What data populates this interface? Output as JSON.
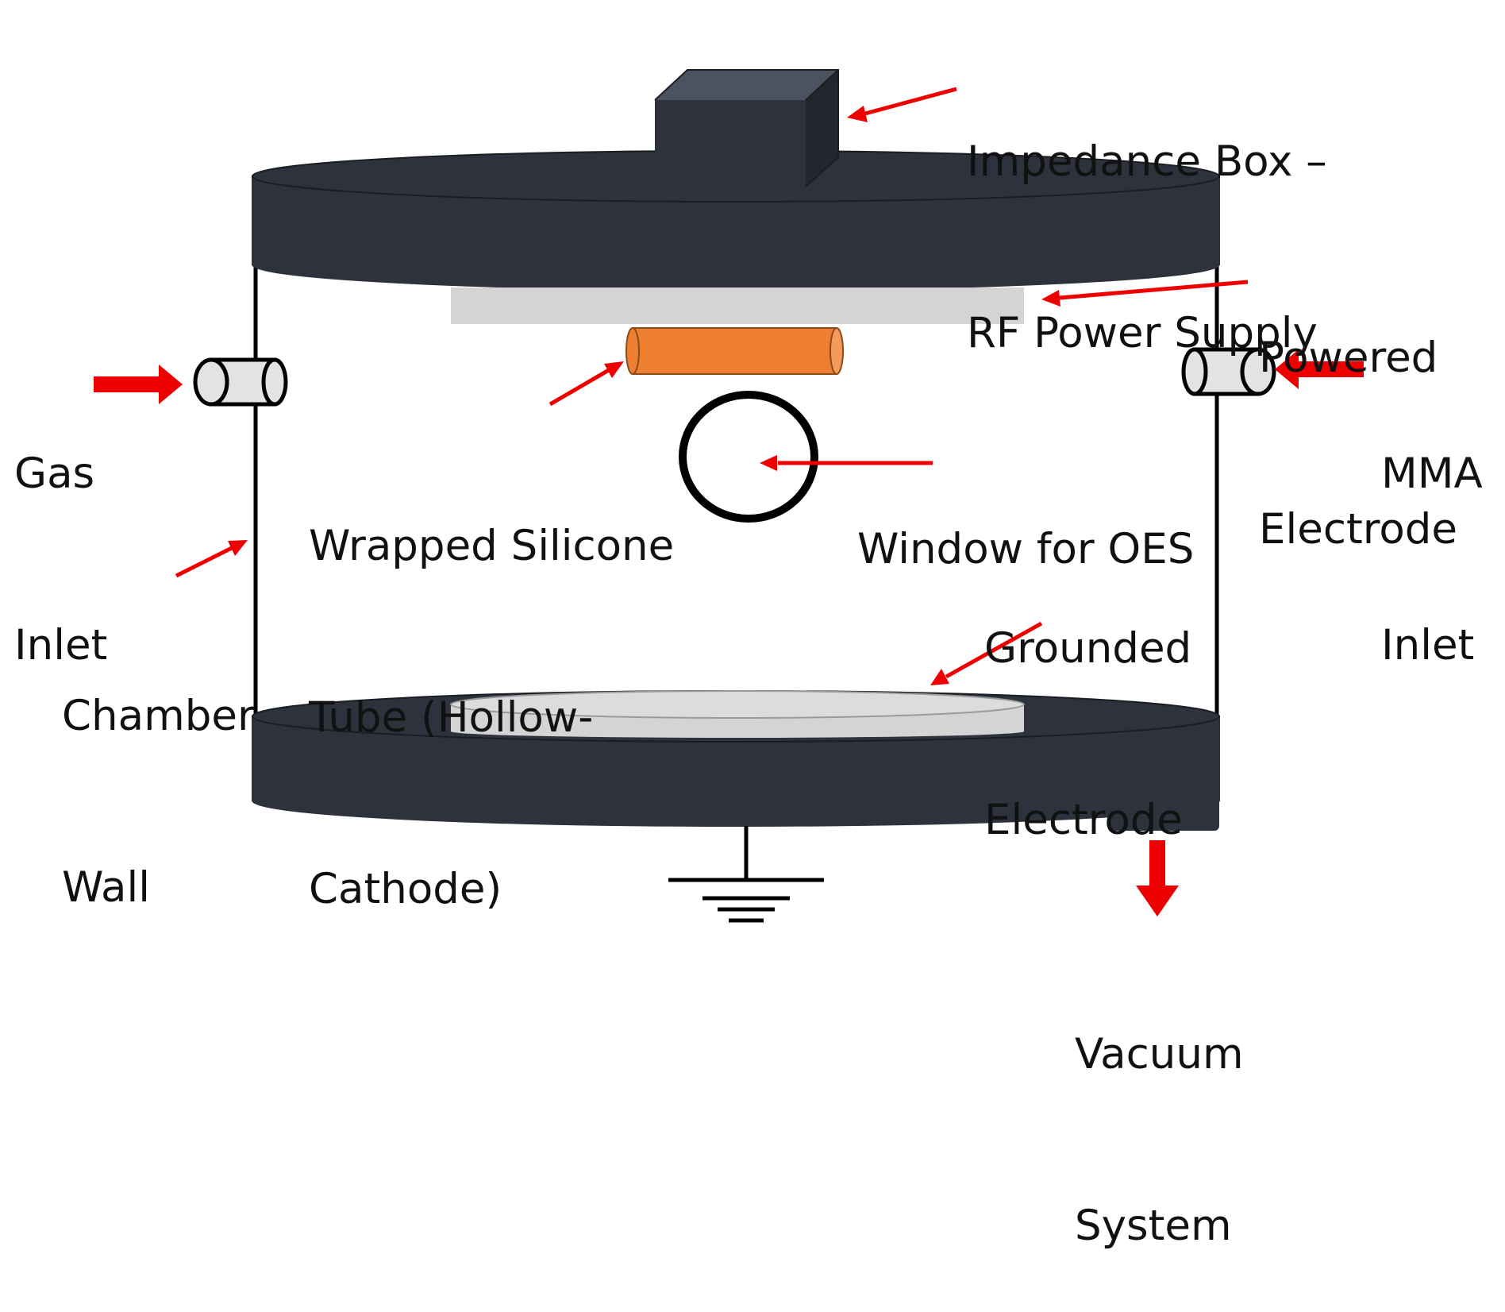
{
  "labels": {
    "impedance_box": [
      "Impedance Box –",
      "RF Power Supply"
    ],
    "powered_electrode": [
      "Powered",
      "Electrode"
    ],
    "gas_inlet": [
      "Gas",
      "Inlet"
    ],
    "mma_inlet": [
      "MMA",
      "Inlet"
    ],
    "silicone_tube": [
      "Wrapped Silicone",
      "Tube (Hollow-",
      "Cathode)"
    ],
    "oes_window": [
      "Window for OES"
    ],
    "grounded_electrode": [
      "Grounded",
      "Electrode"
    ],
    "chamber_wall": [
      "Chamber",
      "Wall"
    ],
    "vacuum_system": [
      "Vacuum",
      "System"
    ]
  },
  "colors": {
    "chamber": "#2d323c",
    "box_top": "#4c5360",
    "electrode": "#d4d4d4",
    "tube": "#ee7f32",
    "arrow": "#ee0000",
    "port": "#e3e3e3",
    "line": "#000000"
  },
  "icons": [
    "ground-symbol-icon"
  ]
}
